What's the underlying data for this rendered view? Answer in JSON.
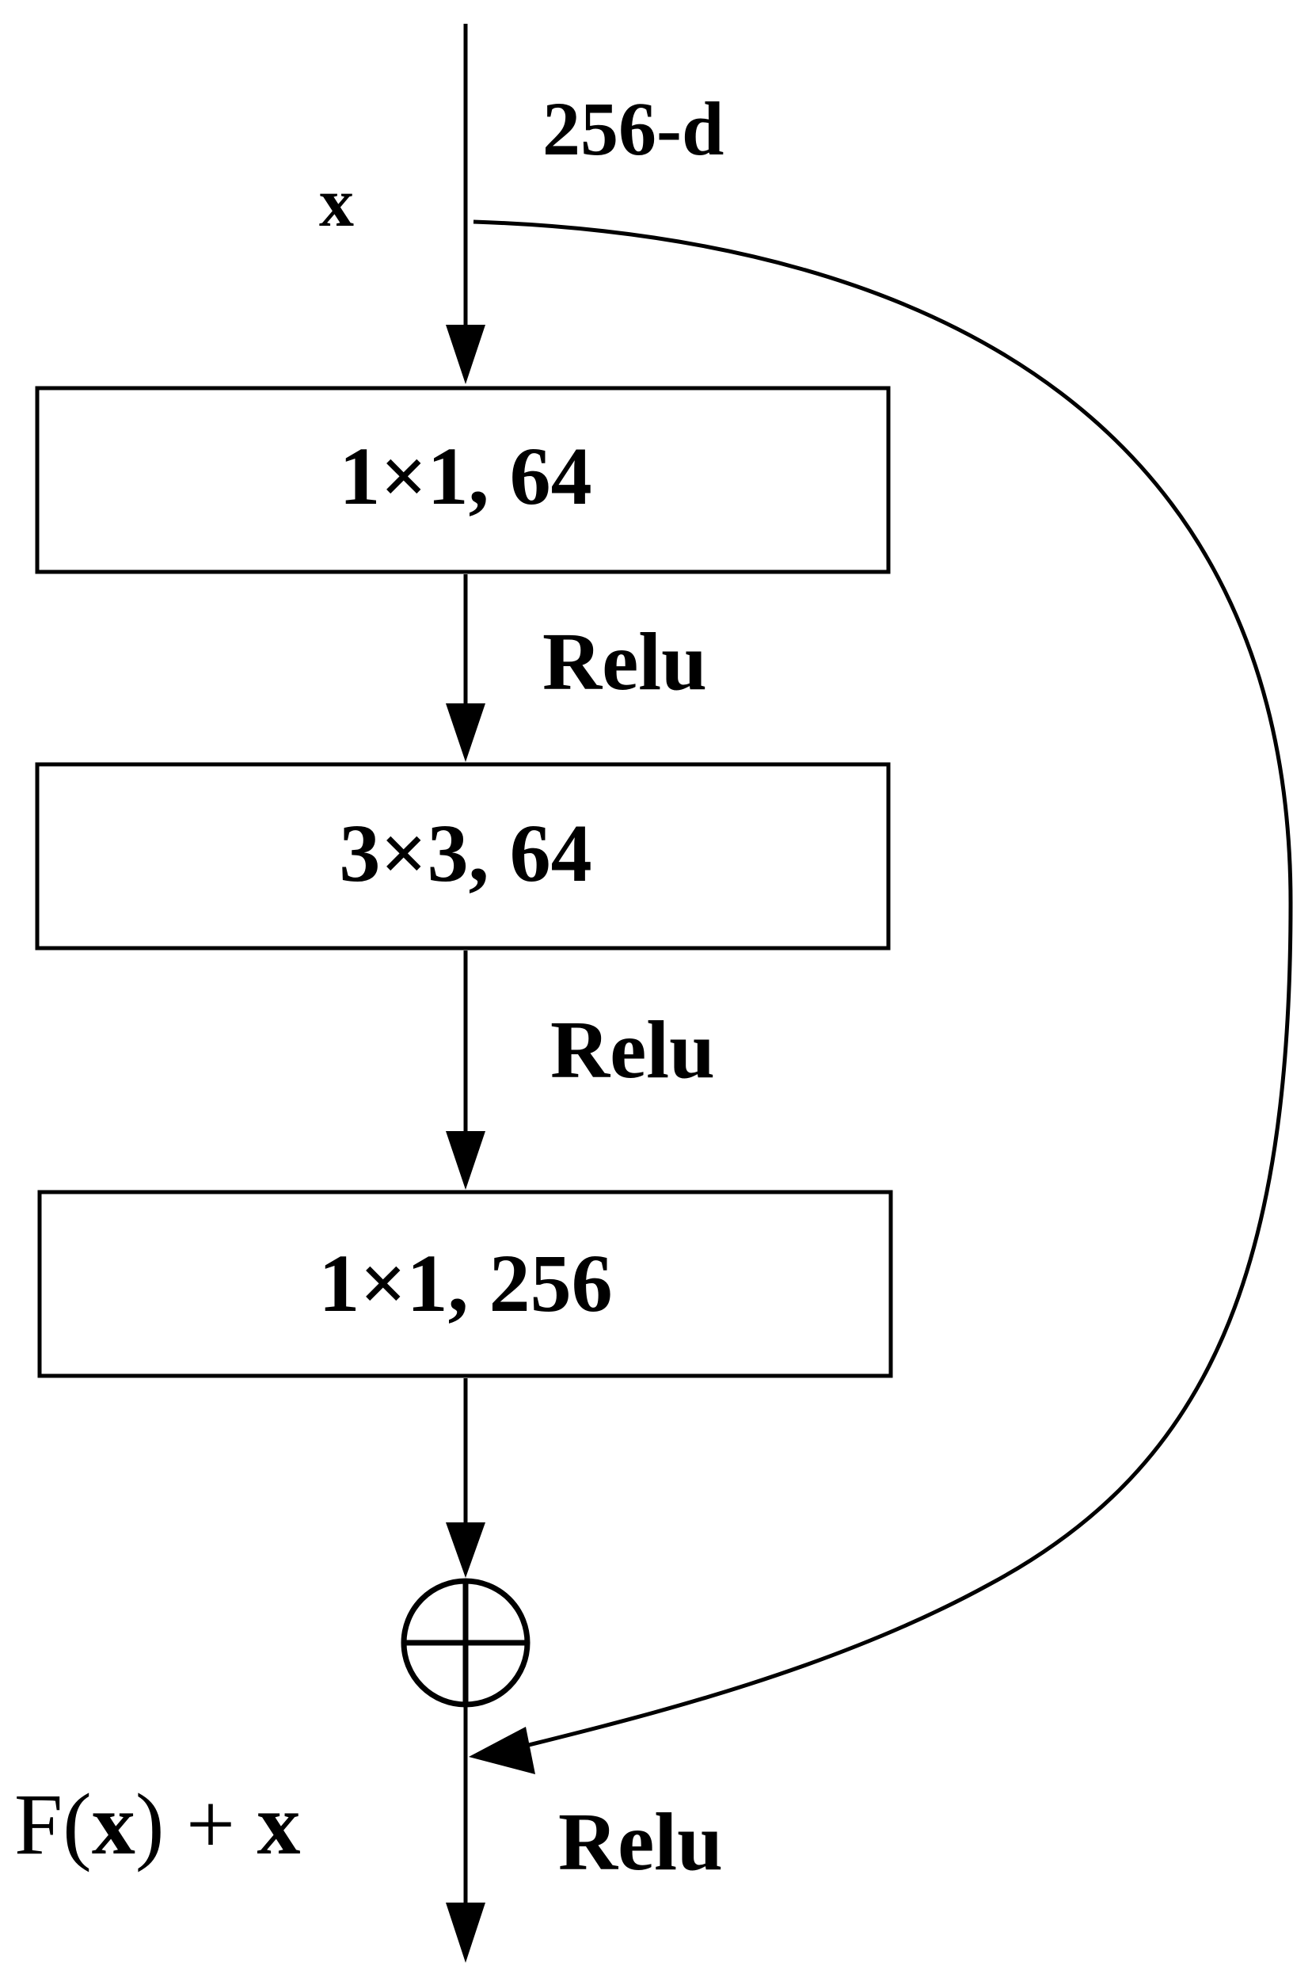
{
  "input": {
    "var_label": "x",
    "dim_label": "256-d"
  },
  "layers": [
    {
      "label": "1×1, 64"
    },
    {
      "label": "3×3, 64"
    },
    {
      "label": "1×1, 256"
    }
  ],
  "activations": [
    "Relu",
    "Relu",
    "Relu"
  ],
  "output": {
    "f_part": "F(",
    "x_part": "x",
    "rest_part": ") + ",
    "x_tail": "x"
  }
}
